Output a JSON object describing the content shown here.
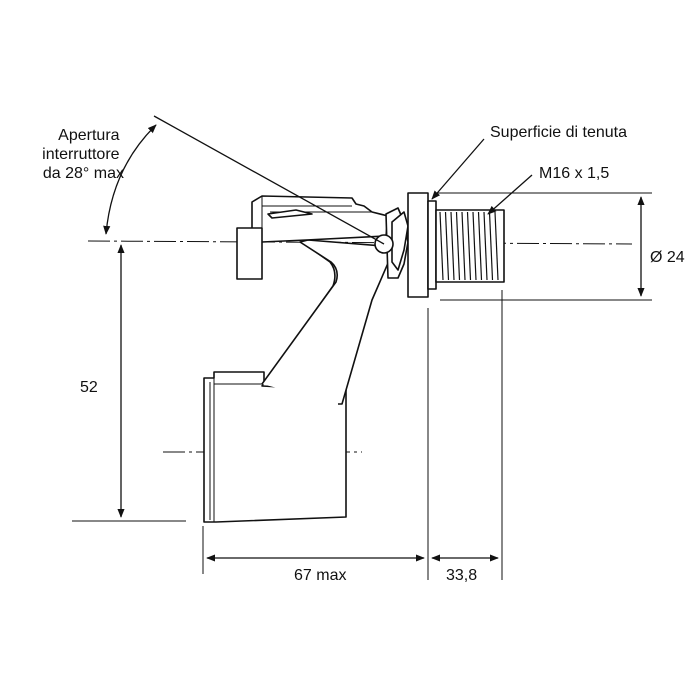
{
  "labels": {
    "apertura": [
      "Apertura",
      "interruttore",
      "da 28° max"
    ],
    "superficie": "Superficie di tenuta",
    "thread": "M16 x 1,5",
    "diameter": "Ø 24",
    "height": "52",
    "width": "67 max",
    "length": "33,8"
  }
}
